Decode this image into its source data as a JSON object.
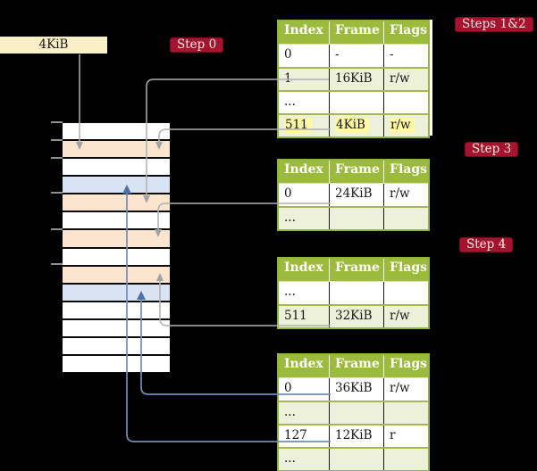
{
  "frame_box": {
    "label": "4KiB"
  },
  "badges": {
    "step0": "Step 0",
    "steps_1_2": "Steps 1&2",
    "step3": "Step 3",
    "step4": "Step 4"
  },
  "memory": {
    "rows": [
      {
        "color": "white"
      },
      {
        "color": "peach"
      },
      {
        "color": "white"
      },
      {
        "color": "blue"
      },
      {
        "color": "peach"
      },
      {
        "color": "white"
      },
      {
        "color": "peach"
      },
      {
        "color": "white"
      },
      {
        "color": "peach"
      },
      {
        "color": "blue"
      },
      {
        "color": "white"
      },
      {
        "color": "white"
      },
      {
        "color": "white"
      },
      {
        "color": "white"
      }
    ]
  },
  "tables": [
    {
      "label": "page-table-steps-1-2",
      "headers": [
        "Index",
        "Frame",
        "Flags"
      ],
      "rows": [
        {
          "cells": [
            "0",
            "-",
            "-"
          ],
          "shade": "white",
          "highlight": false
        },
        {
          "cells": [
            "1",
            "16KiB",
            "r/w"
          ],
          "shade": "green",
          "highlight": false
        },
        {
          "cells": [
            "...",
            "",
            ""
          ],
          "shade": "white",
          "highlight": false
        },
        {
          "cells": [
            "511",
            "4KiB",
            "r/w"
          ],
          "shade": "green",
          "highlight": true
        }
      ]
    },
    {
      "label": "page-table-step-3",
      "headers": [
        "Index",
        "Frame",
        "Flags"
      ],
      "rows": [
        {
          "cells": [
            "0",
            "24KiB",
            "r/w"
          ],
          "shade": "white",
          "highlight": false
        },
        {
          "cells": [
            "...",
            "",
            ""
          ],
          "shade": "green",
          "highlight": false
        }
      ]
    },
    {
      "label": "page-table-step-4",
      "headers": [
        "Index",
        "Frame",
        "Flags"
      ],
      "rows": [
        {
          "cells": [
            "...",
            "",
            ""
          ],
          "shade": "white",
          "highlight": false
        },
        {
          "cells": [
            "511",
            "32KiB",
            "r/w"
          ],
          "shade": "green",
          "highlight": false
        }
      ]
    },
    {
      "label": "page-table-final",
      "headers": [
        "Index",
        "Frame",
        "Flags"
      ],
      "rows": [
        {
          "cells": [
            "0",
            "36KiB",
            "r/w"
          ],
          "shade": "white",
          "highlight": false
        },
        {
          "cells": [
            "...",
            "",
            ""
          ],
          "shade": "green",
          "highlight": false
        },
        {
          "cells": [
            "127",
            "12KiB",
            "r"
          ],
          "shade": "white",
          "highlight": false
        },
        {
          "cells": [
            "...",
            "",
            ""
          ],
          "shade": "green",
          "highlight": false
        }
      ]
    }
  ],
  "colors": {
    "background": "#000000",
    "badge_red": "#a6132e",
    "table_header_green": "#9cbb3c",
    "table_row_green": "#edf1da",
    "highlight_yellow": "#fff8a3",
    "frame_box_cream": "#faf0c8",
    "memory_peach": "#fce5cf",
    "memory_blue": "#d8e3f3",
    "connector_gray": "#b0b0b0",
    "connector_blue": "#6d8ebf"
  }
}
